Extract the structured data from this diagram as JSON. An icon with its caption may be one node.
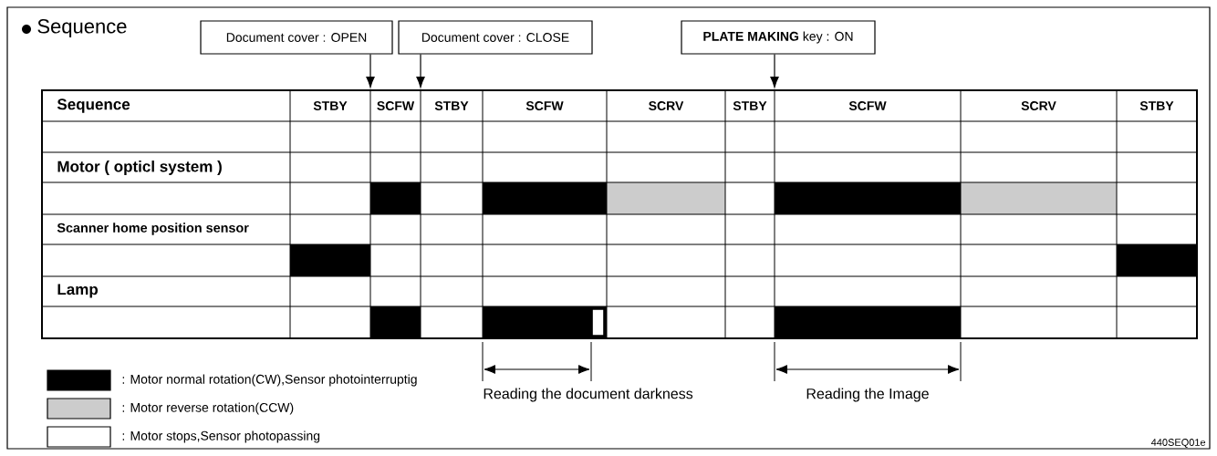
{
  "diagram": {
    "title": "Sequence",
    "nodes": [
      {
        "text": [
          "Document cover : OPEN"
        ]
      },
      {
        "text": [
          "Document cover : CLOSE"
        ]
      },
      {
        "text": [
          "**PLATE MAKING** key : ON"
        ]
      }
    ],
    "edges": [
      {
        "from": 0,
        "to": null,
        "arrow": "to"
      },
      {
        "from": 1,
        "to": null,
        "arrow": "to"
      },
      {
        "from": 2,
        "to": null,
        "arrow": "to"
      }
    ],
    "labels": [
      "Sequence",
      "STBY",
      "SCFW",
      "STBY",
      "SCFW",
      "SCRV",
      "STBY",
      "SCFW",
      "SCRV",
      "STBY",
      "Motor ( opticl system )",
      "Scanner home position sensor",
      "Lamp",
      "Reading the document darkness",
      "Reading the Image",
      "440SEQ01e"
    ],
    "legend": [
      {
        "text": ": Motor normal rotation(CW),Sensor photointerruptig",
        "color": "#000000"
      },
      {
        "text": ": Motor reverse rotation(CCW)",
        "color": "#cccccc"
      },
      {
        "text": ": Motor stops,Sensor photopassing"
      }
    ]
  }
}
